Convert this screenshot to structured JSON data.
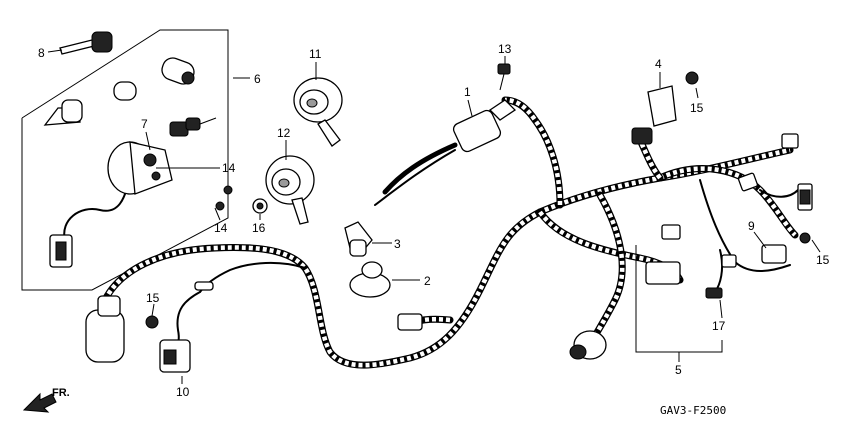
{
  "callouts": [
    {
      "id": "c1",
      "text": "1"
    },
    {
      "id": "c2",
      "text": "2"
    },
    {
      "id": "c3",
      "text": "3"
    },
    {
      "id": "c4",
      "text": "4"
    },
    {
      "id": "c5",
      "text": "5"
    },
    {
      "id": "c6",
      "text": "6"
    },
    {
      "id": "c7",
      "text": "7"
    },
    {
      "id": "c8",
      "text": "8"
    },
    {
      "id": "c9",
      "text": "9"
    },
    {
      "id": "c10",
      "text": "10"
    },
    {
      "id": "c11",
      "text": "11"
    },
    {
      "id": "c12",
      "text": "12"
    },
    {
      "id": "c13",
      "text": "13"
    },
    {
      "id": "c14a",
      "text": "14"
    },
    {
      "id": "c14b",
      "text": "14"
    },
    {
      "id": "c15a",
      "text": "15"
    },
    {
      "id": "c15b",
      "text": "15"
    },
    {
      "id": "c15c",
      "text": "15"
    },
    {
      "id": "c16",
      "text": "16"
    },
    {
      "id": "c17",
      "text": "17"
    }
  ],
  "direction_label": "FR.",
  "diagram_code": "GAV3-F2500"
}
